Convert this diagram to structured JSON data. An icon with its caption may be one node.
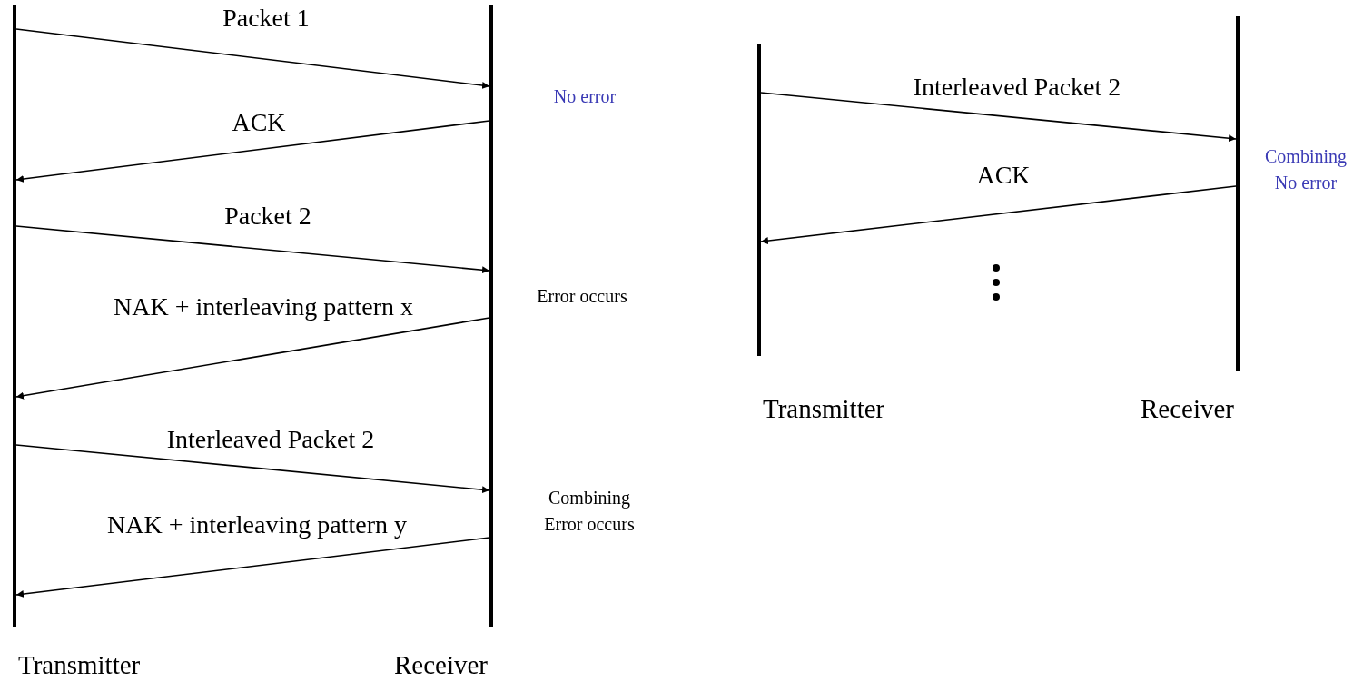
{
  "diagram": {
    "nodes": [
      {
        "text": [
          "Transmitter"
        ]
      },
      {
        "text": [
          "Receiver"
        ]
      },
      {
        "text": [
          "Transmitter"
        ]
      },
      {
        "text": [
          "Receiver"
        ]
      }
    ],
    "edges": [
      {
        "from": 0,
        "to": 1,
        "arrow": "to",
        "label": "Packet 1"
      },
      {
        "from": 1,
        "to": 0,
        "arrow": "to",
        "label": "ACK"
      },
      {
        "from": 0,
        "to": 1,
        "arrow": "to",
        "label": "Packet 2"
      },
      {
        "from": 1,
        "to": 0,
        "arrow": "to",
        "label": "NAK + interleaving pattern x"
      },
      {
        "from": 0,
        "to": 1,
        "arrow": "to",
        "label": "Interleaved Packet 2"
      },
      {
        "from": 1,
        "to": 0,
        "arrow": "to",
        "label": "NAK + interleaving pattern y"
      },
      {
        "from": 2,
        "to": 3,
        "arrow": "to",
        "label": "Interleaved Packet 2"
      },
      {
        "from": 3,
        "to": 2,
        "arrow": "to",
        "label": "ACK"
      }
    ],
    "labels": [
      "No error",
      "Error occurs",
      "Combining Error occurs",
      "Combining No error"
    ]
  }
}
